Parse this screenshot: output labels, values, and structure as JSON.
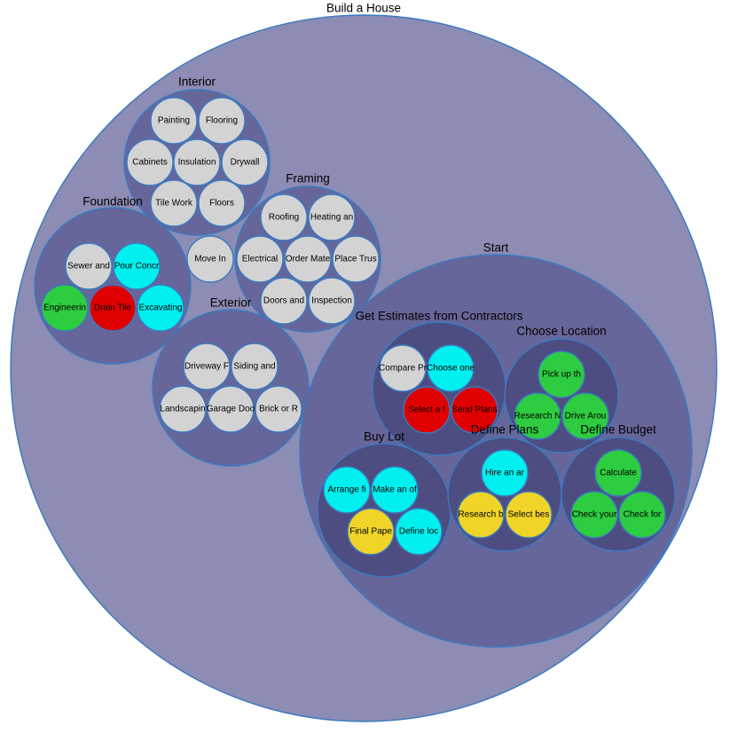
{
  "title": "Build a House",
  "colors": {
    "root_fill": "#8c8cb4",
    "level1_fill": "#66669a",
    "level2_fill": "#4d4d82",
    "border": "#3a7ac0",
    "status": {
      "default": "#d3d3d3",
      "done": "#2ecc40",
      "active": "#00f0f0",
      "blocked": "#e00000",
      "pending": "#f0d428"
    }
  },
  "groups": [
    {
      "id": "interior",
      "label": "Interior",
      "tasks": [
        {
          "label": "Painting",
          "status": "default"
        },
        {
          "label": "Flooring",
          "status": "default"
        },
        {
          "label": "Cabinets",
          "status": "default"
        },
        {
          "label": "Insulation",
          "status": "default"
        },
        {
          "label": "Drywall",
          "status": "default"
        },
        {
          "label": "Tile Work",
          "status": "default"
        },
        {
          "label": "Floors",
          "status": "default"
        }
      ]
    },
    {
      "id": "framing",
      "label": "Framing",
      "tasks": [
        {
          "label": "Roofing",
          "status": "default"
        },
        {
          "label": "Heating an",
          "status": "default"
        },
        {
          "label": "Electrical",
          "status": "default"
        },
        {
          "label": "Order Mate",
          "status": "default"
        },
        {
          "label": "Place Trus",
          "status": "default"
        },
        {
          "label": "Doors and",
          "status": "default"
        },
        {
          "label": "Inspection",
          "status": "default"
        }
      ]
    },
    {
      "id": "foundation",
      "label": "Foundation",
      "tasks": [
        {
          "label": "Sewer and",
          "status": "default"
        },
        {
          "label": "Pour Concr",
          "status": "active"
        },
        {
          "label": "Engineerin",
          "status": "done"
        },
        {
          "label": "Drain Tile",
          "status": "blocked"
        },
        {
          "label": "Excavating",
          "status": "active"
        }
      ]
    },
    {
      "id": "exterior",
      "label": "Exterior",
      "tasks": [
        {
          "label": "Driveway F",
          "status": "default"
        },
        {
          "label": "Siding and",
          "status": "default"
        },
        {
          "label": "Landscapin",
          "status": "default"
        },
        {
          "label": "Garage Doo",
          "status": "default"
        },
        {
          "label": "Brick or R",
          "status": "default"
        }
      ]
    }
  ],
  "loose_tasks": [
    {
      "label": "Move In",
      "status": "default"
    }
  ],
  "start": {
    "label": "Start",
    "groups": [
      {
        "id": "estimates",
        "label": "Get Estimates from Contractors",
        "tasks": [
          {
            "label": "Compare Pr",
            "status": "default"
          },
          {
            "label": "Choose one",
            "status": "active"
          },
          {
            "label": "Select a f",
            "status": "blocked"
          },
          {
            "label": "Send Plans",
            "status": "blocked"
          }
        ]
      },
      {
        "id": "location",
        "label": "Choose Location",
        "tasks": [
          {
            "label": "Pick up th",
            "status": "done"
          },
          {
            "label": "Research N",
            "status": "done"
          },
          {
            "label": "Drive Arou",
            "status": "done"
          }
        ]
      },
      {
        "id": "buylot",
        "label": "Buy Lot",
        "tasks": [
          {
            "label": "Arrange fi",
            "status": "active"
          },
          {
            "label": "Make an of",
            "status": "active"
          },
          {
            "label": "Final Pape",
            "status": "pending"
          },
          {
            "label": "Define loc",
            "status": "active"
          }
        ]
      },
      {
        "id": "plans",
        "label": "Define Plans",
        "tasks": [
          {
            "label": "Hire an ar",
            "status": "active"
          },
          {
            "label": "Research b",
            "status": "pending"
          },
          {
            "label": "Select bes",
            "status": "pending"
          }
        ]
      },
      {
        "id": "budget",
        "label": "Define Budget",
        "tasks": [
          {
            "label": "Calculate",
            "status": "done"
          },
          {
            "label": "Check your",
            "status": "done"
          },
          {
            "label": "Check for",
            "status": "done"
          }
        ]
      }
    ]
  }
}
